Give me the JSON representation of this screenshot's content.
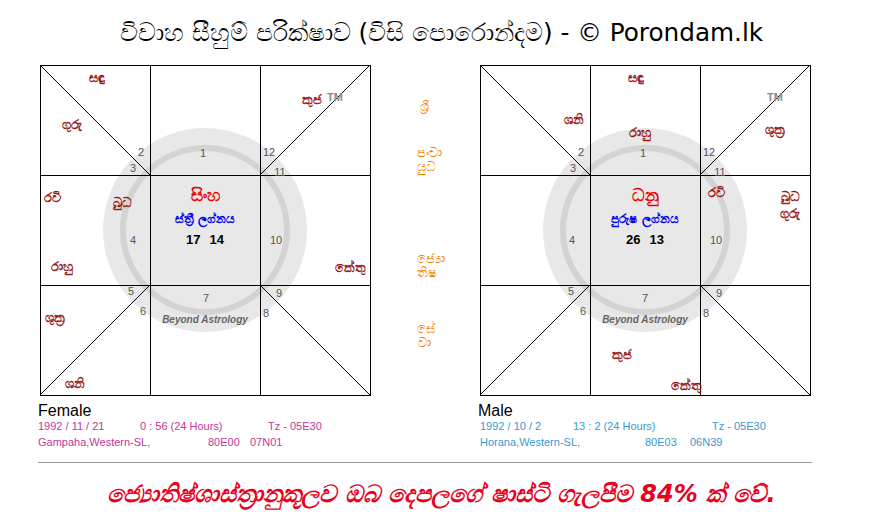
{
  "diagram": {
    "title": "විවාහ සීහුම් පරික්ෂාව (විසි පොරොන්දම) - © Porondam.lk",
    "caption": "ජ්‍යොතිෂ්ශාස්ත්‍රානුකූලව ඔබ දෙපලගේ ෂාස්ටි ගැලපීම 84% ක් වේ.",
    "nodes": [
      {
        "text": [
          "Female"
        ]
      },
      {
        "text": [
          "සිංහ",
          "ස්ත්‍රී ලග්නය",
          "17",
          "14"
        ],
        "in": 0
      },
      {
        "text": [
          "Male"
        ]
      },
      {
        "text": [
          "ධනු",
          "පුරුෂ ලග්නය",
          "26",
          "13"
        ],
        "in": 2
      }
    ],
    "labels": [
      "සඳු",
      "ගුරු",
      "2",
      "3",
      "1",
      "කුජ",
      "12",
      "11",
      "රවි",
      "බුධ",
      "4",
      "රාහු",
      "10",
      "කේතු",
      "5",
      "6",
      "ශුක්‍ර",
      "ශනි",
      "7",
      "9",
      "8",
      "සඳු",
      "ශනි",
      "2",
      "3",
      "රාහු",
      "1",
      "12",
      "11",
      "ශුක්‍ර",
      "4",
      "රවි",
      "බුධ",
      "ගුරු",
      "10",
      "5",
      "6",
      "7",
      "9",
      "8",
      "කුජ",
      "කේතු",
      "ශ්‍රී",
      "පංචායුධ",
      "ජ්‍යොතිෂ",
      "සේවා",
      "1992 / 11 / 21",
      "0 : 56 (24 Hours)",
      "Tz - 05E30",
      "Gampaha,Western-SL,",
      "80E00",
      "07N01",
      "1992 / 10 / 2",
      "13 : 2 (24 Hours)",
      "Tz - 05E30",
      "Horana,Western-SL,",
      "80E03",
      "06N39",
      "TM",
      "Beyond Astrology",
      "TM",
      "Beyond Astrology"
    ]
  }
}
